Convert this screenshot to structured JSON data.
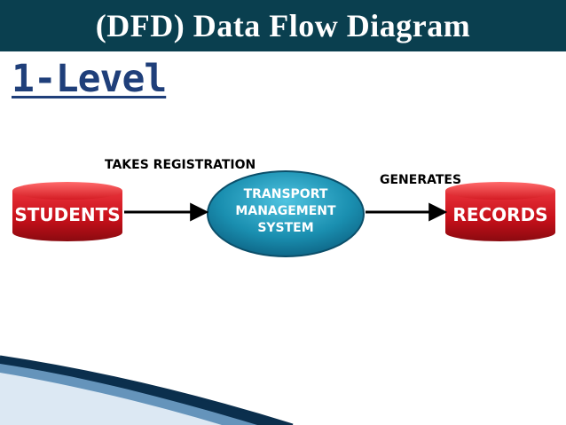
{
  "slide": {
    "title": "(DFD) Data Flow Diagram",
    "level_heading": "1-Level"
  },
  "diagram": {
    "entities": [
      {
        "id": "students",
        "label": "STUDENTS"
      },
      {
        "id": "records",
        "label": "RECORDS"
      }
    ],
    "process": {
      "lines": [
        "TRANSPORT",
        "MANAGEMENT",
        "SYSTEM"
      ]
    },
    "flows": [
      {
        "from": "students",
        "to": "process",
        "label": "TAKES REGISTRATION"
      },
      {
        "from": "process",
        "to": "records",
        "label": "GENERATES"
      }
    ]
  },
  "colors": {
    "title_bar": "#0a3f4f",
    "heading": "#1f3f7a",
    "entity_red": "#c8101a",
    "process_teal": "#1a8fb0",
    "swoosh": "#0b2f4d"
  }
}
